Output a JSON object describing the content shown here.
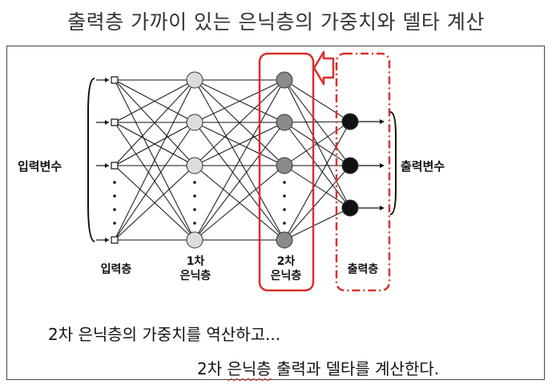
{
  "title": "출력층 가까이 있는 은닉층의 가중치와 델타 계산",
  "labels": {
    "input_vars": "입력변수",
    "output_vars": "출력변수",
    "input_layer": "입력층",
    "hidden1_line1": "1차",
    "hidden1_line2": "은닉층",
    "hidden2_line1": "2차",
    "hidden2_line2": "은닉층",
    "output_layer": "출력층"
  },
  "captions": {
    "line1": "2차 은닉층의 가중치를 역산하고...",
    "line2_prefix": "2차 ",
    "line2_underlined": "은닉층",
    "line2_suffix": " 출력과 델타를 계산한다."
  },
  "colors": {
    "highlight": "#d9302c",
    "hidden1_fill": "#dcdcdc",
    "hidden2_fill": "#8a8a8a",
    "output_fill": "#111111"
  }
}
